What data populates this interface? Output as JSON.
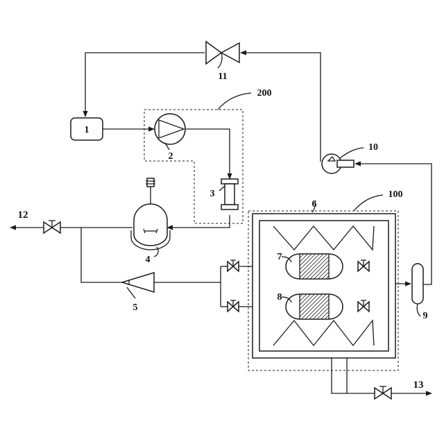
{
  "labels": {
    "l1": "1",
    "l2": "2",
    "l3": "3",
    "l4": "4",
    "l5": "5",
    "l6": "6",
    "l7": "7",
    "l8": "8",
    "l9": "9",
    "l10": "10",
    "l11": "11",
    "l12": "12",
    "l13": "13",
    "l100": "100",
    "l200": "200"
  }
}
